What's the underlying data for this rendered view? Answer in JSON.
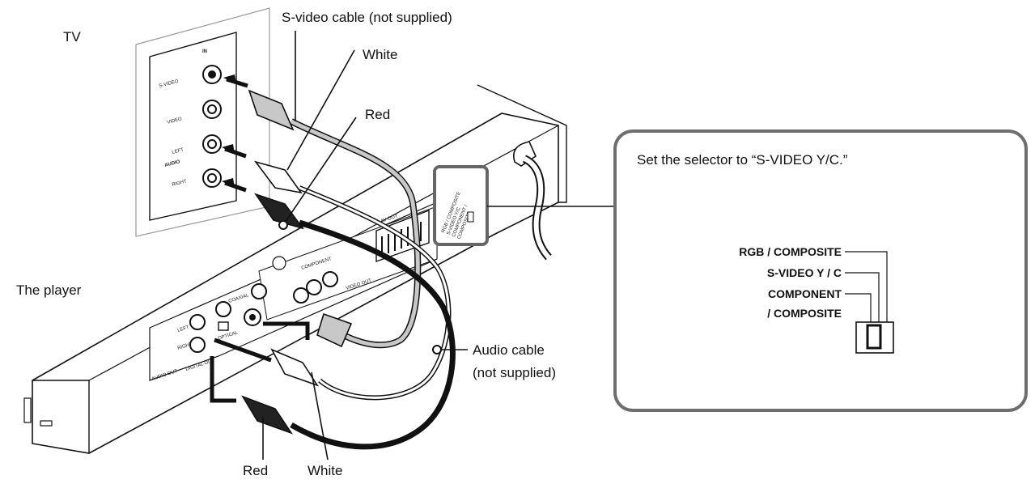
{
  "labels": {
    "tv": "TV",
    "player": "The player",
    "svideo_cable": "S-video cable (not supplied)",
    "white_top": "White",
    "red_top": "Red",
    "audio_cable_line1": "Audio cable",
    "audio_cable_line2": "(not supplied)",
    "red_bottom": "Red",
    "white_bottom": "White"
  },
  "tv_panel": {
    "in": "IN",
    "s_video": "S-VIDEO",
    "video": "VIDEO",
    "left": "LEFT",
    "audio": "AUDIO",
    "right": "RIGHT"
  },
  "player_panel": {
    "component": "COMPONENT",
    "video_out": "VIDEO OUT",
    "av_out": "AV OUT",
    "coaxial": "COAXIAL",
    "digital_out": "DIGITAL OUT",
    "audio_out": "AUDIO OUT",
    "left": "LEFT",
    "right": "RIGHT",
    "optical": "OPTICAL"
  },
  "callout": {
    "instruction": "Set the selector to “S-VIDEO Y/C.”",
    "options": [
      "RGB / COMPOSITE",
      "S-VIDEO  Y / C",
      "COMPONENT",
      "/ COMPOSITE"
    ],
    "inset_lines": [
      "RGB / COMPOSITE",
      "S-VIDEO Y/C",
      "COMPONENT /",
      "COMPOSITE"
    ]
  }
}
